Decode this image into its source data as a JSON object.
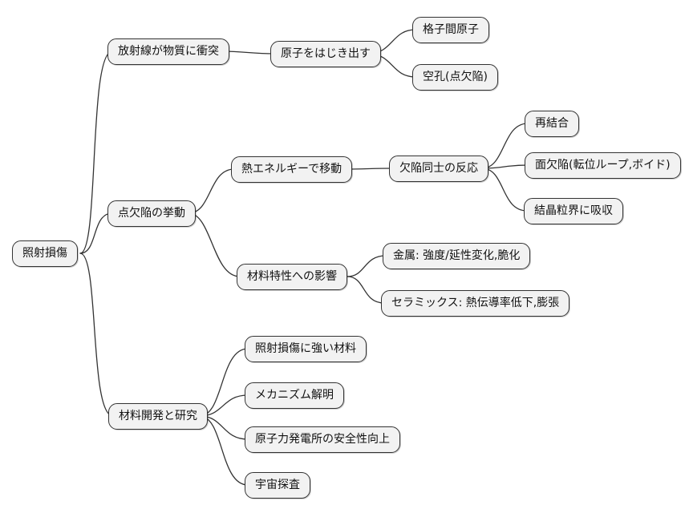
{
  "diagram": {
    "type": "mindmap",
    "orientation": "left-to-right",
    "colors": {
      "background": "#ffffff",
      "node_fill": "#f2f2f2",
      "node_border": "#333333",
      "edge": "#333333",
      "text": "#111111"
    },
    "root": {
      "label": "照射損傷",
      "children": [
        {
          "label": "放射線が物質に衝突",
          "children": [
            {
              "label": "原子をはじき出す",
              "children": [
                {
                  "label": "格子間原子"
                },
                {
                  "label": "空孔(点欠陥)"
                }
              ]
            }
          ]
        },
        {
          "label": "点欠陥の挙動",
          "children": [
            {
              "label": "熱エネルギーで移動",
              "children": [
                {
                  "label": "欠陥同士の反応",
                  "children": [
                    {
                      "label": "再結合"
                    },
                    {
                      "label": "面欠陥(転位ループ,ボイド)"
                    },
                    {
                      "label": "結晶粒界に吸収"
                    }
                  ]
                }
              ]
            },
            {
              "label": "材料特性への影響",
              "children": [
                {
                  "label": "金属: 強度/延性変化,脆化"
                },
                {
                  "label": "セラミックス: 熱伝導率低下,膨張"
                }
              ]
            }
          ]
        },
        {
          "label": "材料開発と研究",
          "children": [
            {
              "label": "照射損傷に強い材料"
            },
            {
              "label": "メカニズム解明"
            },
            {
              "label": "原子力発電所の安全性向上"
            },
            {
              "label": "宇宙探査"
            }
          ]
        }
      ]
    }
  }
}
